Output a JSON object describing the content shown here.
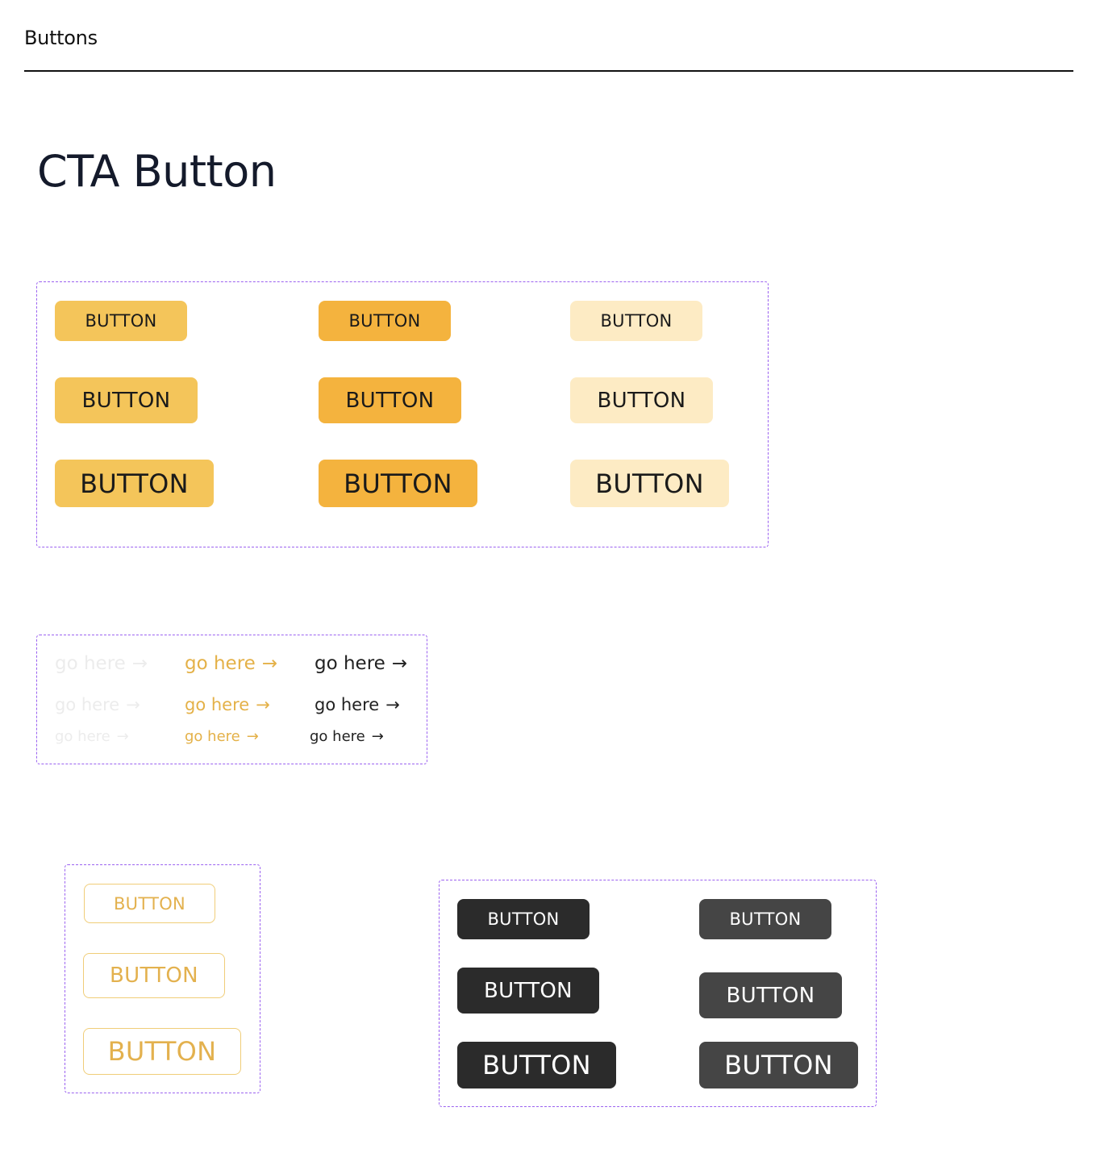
{
  "header": {
    "title": "Buttons"
  },
  "section": {
    "title": "CTA Button"
  },
  "cta_buttons": {
    "label": "BUTTON",
    "colors": {
      "yellow": "#f4c55a",
      "amber": "#f4b33e",
      "cream": "#fdebc4",
      "text": "#1a1a1a"
    }
  },
  "link_buttons": {
    "label": "go here",
    "arrow": "→",
    "colors": {
      "faded": "#ececec",
      "gold": "#e4b148",
      "dark": "#222222"
    }
  },
  "outline_buttons": {
    "label": "BUTTON",
    "colors": {
      "border": "#f0cd78",
      "text": "#e3b14e"
    }
  },
  "dark_buttons": {
    "label": "BUTTON",
    "colors": {
      "primary": "#2b2b2b",
      "secondary": "#454545",
      "text": "#ffffff"
    }
  }
}
